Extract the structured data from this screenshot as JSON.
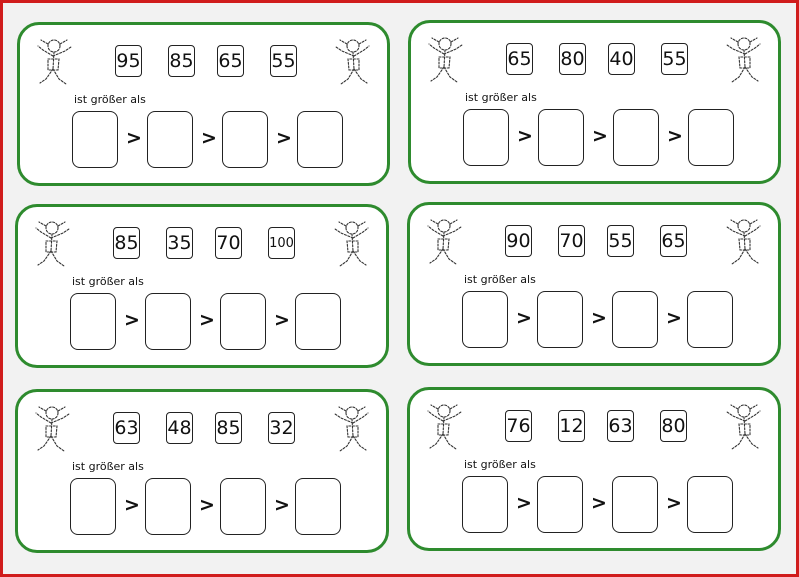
{
  "label_text": "ist größer als",
  "comparator": ">",
  "watermark": "",
  "cards": [
    {
      "numbers": [
        "95",
        "85",
        "65",
        "55"
      ]
    },
    {
      "numbers": [
        "65",
        "80",
        "40",
        "55"
      ]
    },
    {
      "numbers": [
        "85",
        "35",
        "70",
        "100"
      ]
    },
    {
      "numbers": [
        "90",
        "70",
        "55",
        "65"
      ]
    },
    {
      "numbers": [
        "63",
        "48",
        "85",
        "32"
      ]
    },
    {
      "numbers": [
        "76",
        "12",
        "63",
        "80"
      ]
    }
  ]
}
